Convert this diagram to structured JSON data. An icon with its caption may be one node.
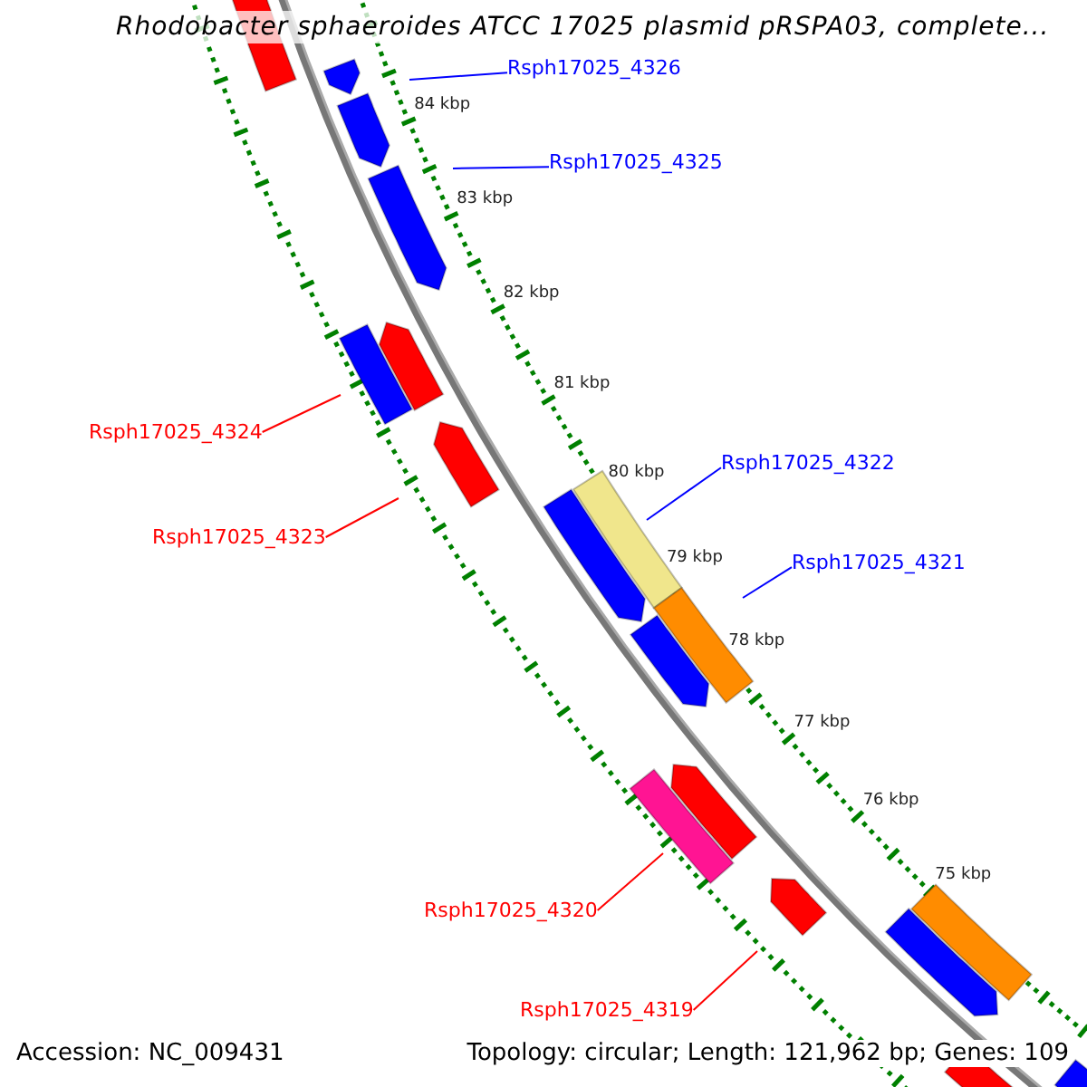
{
  "diagram": {
    "title": "Rhodobacter sphaeroides ATCC 17025 plasmid pRSPA03, complete...",
    "nodes": [
      {
        "text": [
          "Rsph17025_4326"
        ]
      },
      {
        "text": [
          "Rsph17025_4325"
        ]
      },
      {
        "text": [
          "Rsph17025_4324"
        ]
      },
      {
        "text": [
          "Rsph17025_4323"
        ]
      },
      {
        "text": [
          "Rsph17025_4322"
        ]
      },
      {
        "text": [
          "Rsph17025_4321"
        ]
      },
      {
        "text": [
          "Rsph17025_4320"
        ]
      },
      {
        "text": [
          "Rsph17025_4319"
        ]
      }
    ],
    "edges": [
      {
        "from": 0,
        "to": null,
        "arrow": "none",
        "color": "#0000ff"
      },
      {
        "from": 1,
        "to": null,
        "arrow": "none",
        "color": "#0000ff"
      },
      {
        "from": 2,
        "to": null,
        "arrow": "none",
        "color": "#ff0000"
      },
      {
        "from": 3,
        "to": null,
        "arrow": "none",
        "color": "#ff0000"
      },
      {
        "from": 4,
        "to": null,
        "arrow": "none",
        "color": "#0000ff"
      },
      {
        "from": 5,
        "to": null,
        "arrow": "none",
        "color": "#0000ff"
      },
      {
        "from": 6,
        "to": null,
        "arrow": "none",
        "color": "#ff0000"
      },
      {
        "from": 7,
        "to": null,
        "arrow": "none",
        "color": "#ff0000"
      }
    ],
    "labels": [
      "84 kbp",
      "83 kbp",
      "82 kbp",
      "81 kbp",
      "80 kbp",
      "79 kbp",
      "78 kbp",
      "77 kbp",
      "76 kbp",
      "75 kbp",
      "Accession: NC_009431",
      "Topology: circular; Length: 121,962 bp; Genes: 109"
    ]
  }
}
